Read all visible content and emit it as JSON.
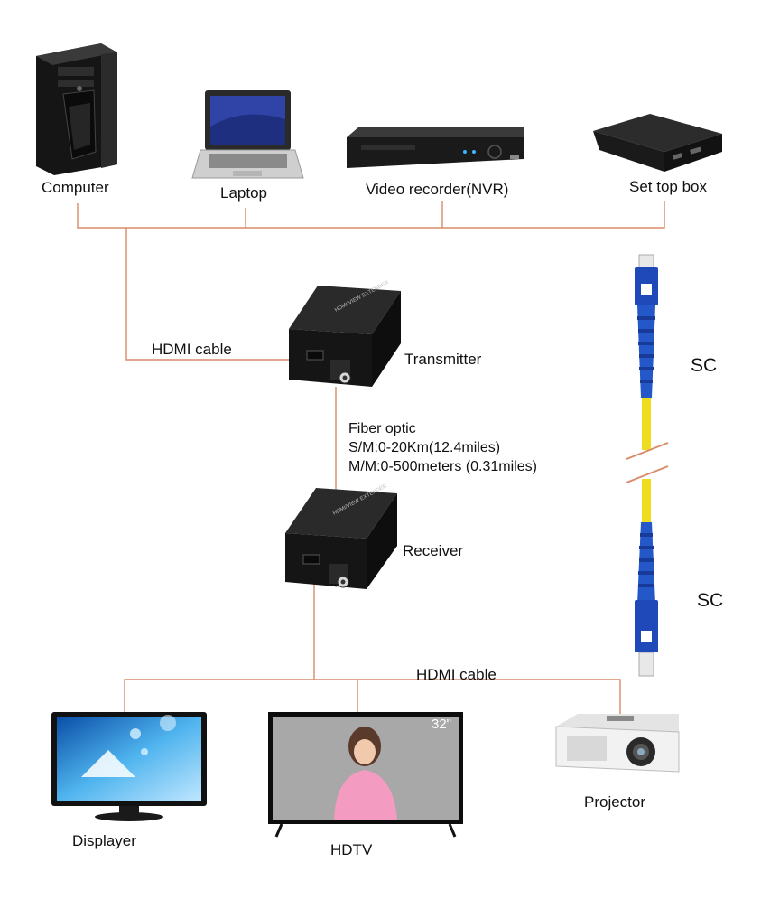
{
  "sources": {
    "computer": "Computer",
    "laptop": "Laptop",
    "nvr": "Video recorder(NVR)",
    "settop": "Set top box"
  },
  "transmitter": {
    "label": "Transmitter",
    "cable_label": "HDMI cable"
  },
  "fiber": {
    "title": "Fiber optic",
    "single_mode": "S/M:0-20Km(12.4miles)",
    "multi_mode": "M/M:0-500meters (0.31miles)"
  },
  "receiver": {
    "label": "Receiver",
    "cable_label": "HDMI cable"
  },
  "connector": {
    "top_label": "SC",
    "bottom_label": "SC"
  },
  "displays": {
    "displayer": "Displayer",
    "hdtv": "HDTV",
    "hdtv_size": "32\"",
    "projector": "Projector"
  },
  "colors": {
    "cable": "#d98c6a",
    "device_body": "#1e1e1e",
    "connector_blue": "#1f48b8",
    "fiber_yellow": "#f0dc1e"
  }
}
